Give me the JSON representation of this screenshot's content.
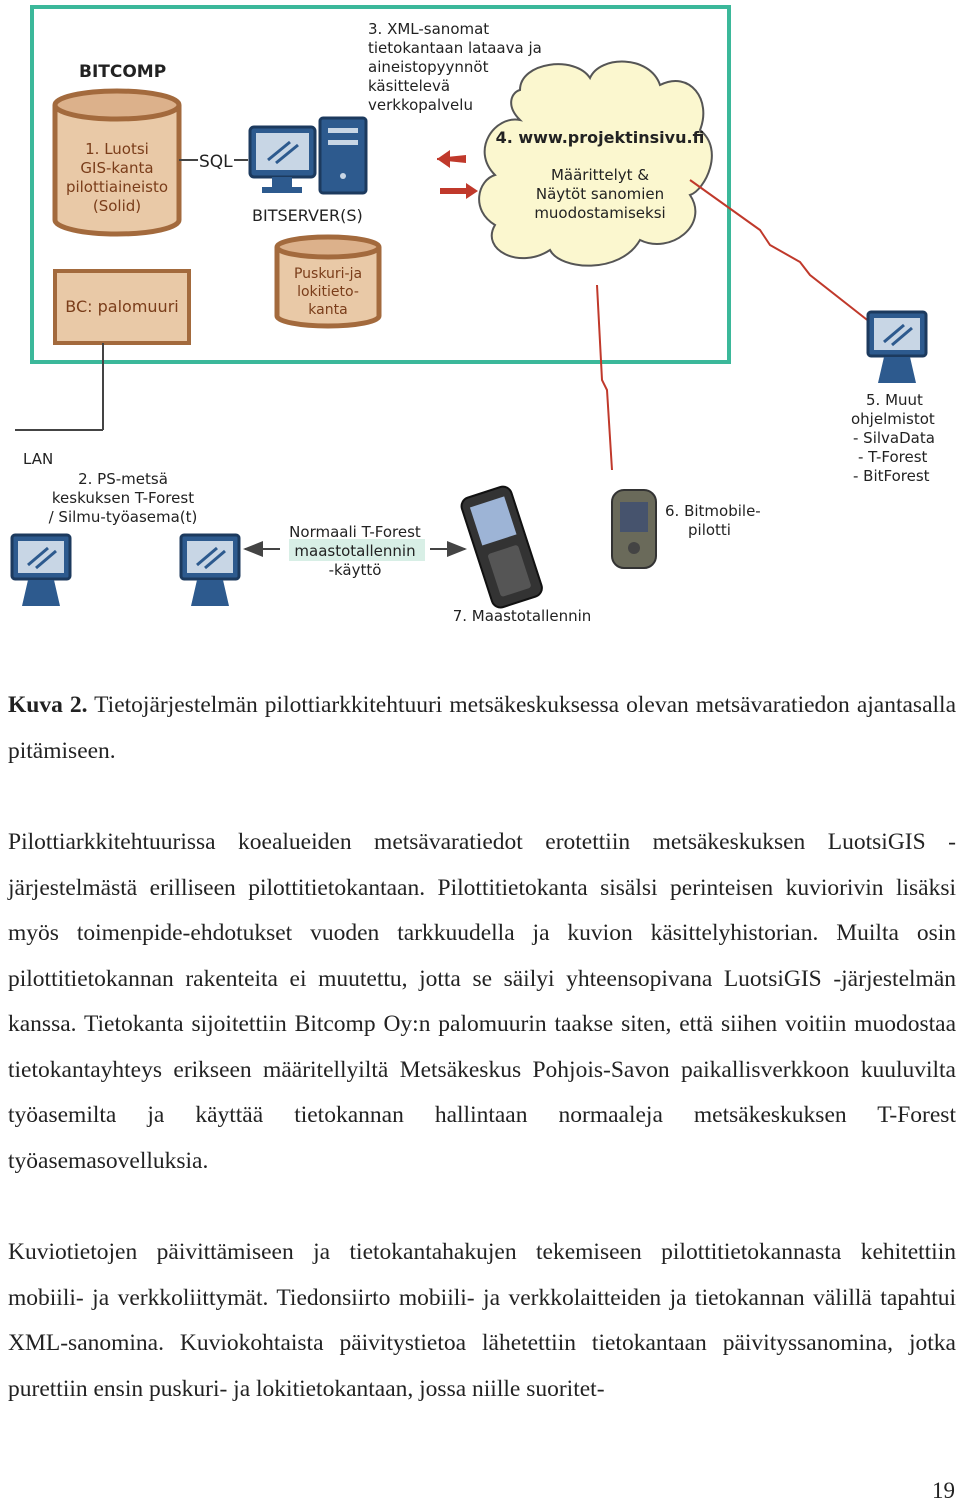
{
  "figure": {
    "bitcomp_label": "BITCOMP",
    "luotsi_db": [
      "1. Luotsi",
      "GIS-kanta",
      "pilottiaineisto",
      "(Solid)"
    ],
    "sql_label": "SQL",
    "bitserver_label": "BITSERVER(S)",
    "buffer_db": [
      "Puskuri-ja",
      "lokitieto-",
      "kanta"
    ],
    "firewall_label": "BC: palomuuri",
    "xml_service": [
      "3. XML-sanomat",
      "tietokantaan lataava ja",
      "aineistopyynnöt",
      "käsittelevä",
      "verkkopalvelu"
    ],
    "website_title": "4. www.projektinsivu.fi",
    "website_desc": [
      "Määrittelyt &",
      "Näytöt sanomien",
      "muodostamiseksi"
    ],
    "lan_label": "LAN",
    "ps_workstation": [
      "2. PS-metsä",
      "keskuksen T-Forest",
      "/ Silmu-työasema(t)"
    ],
    "normal_tforest": [
      "Normaali T-Forest",
      "maastotallennin",
      "-käyttö"
    ],
    "bitmobile": [
      "6. Bitmobile-",
      "pilotti"
    ],
    "field_recorder": "7. Maastotallennin",
    "other_software": [
      "5. Muut",
      "ohjelmistot",
      "- SilvaData",
      "- T-Forest",
      "- BitForest"
    ],
    "colors": {
      "frame": "#3bb89a",
      "db_fill": "#e9c9a7",
      "db_stroke": "#a36a3d",
      "db_text": "#7a3d1a",
      "accent_red": "#c0392b",
      "device_blue": "#2d5a8e"
    }
  },
  "caption": {
    "label": "Kuva 2.",
    "text": "Tietojärjestelmän pilottiarkkitehtuuri metsäkeskuksessa olevan metsävaratiedon ajantasalla pitämiseen."
  },
  "paragraphs": [
    "Pilottiarkkitehtuurissa koealueiden metsävaratiedot erotettiin metsäkeskuksen LuotsiGIS -järjestelmästä erilliseen pilottitietokantaan. Pilottitietokanta sisälsi perinteisen kuviorivin lisäksi myös toimenpide-ehdotukset vuoden tarkkuudella ja kuvion käsittelyhistorian. Muilta osin pilottitietokannan rakenteita ei muutettu, jotta se säilyi yhteensopivana LuotsiGIS -järjestelmän kanssa. Tietokanta sijoitettiin Bitcomp Oy:n palomuurin taakse siten, että siihen voitiin muodostaa tietokantayhteys erikseen määritellyiltä Metsäkeskus Pohjois-Savon paikallisverkkoon kuuluvilta työasemilta ja käyttää tietokannan hallintaan normaaleja metsäkeskuksen T-Forest työasemasovelluksia.",
    "Kuviotietojen päivittämiseen ja tietokantahakujen tekemiseen pilottitietokannasta kehitettiin mobiili- ja verkkoliittymät. Tiedonsiirto mobiili- ja verkkolaitteiden ja tietokannan välillä tapahtui XML-sanomina. Kuviokohtaista päivitystietoa lähetettiin tietokantaan päivityssanomina, jotka purettiin ensin puskuri- ja lokitietokantaan, jossa niille suoritet-"
  ],
  "page_number": "19"
}
